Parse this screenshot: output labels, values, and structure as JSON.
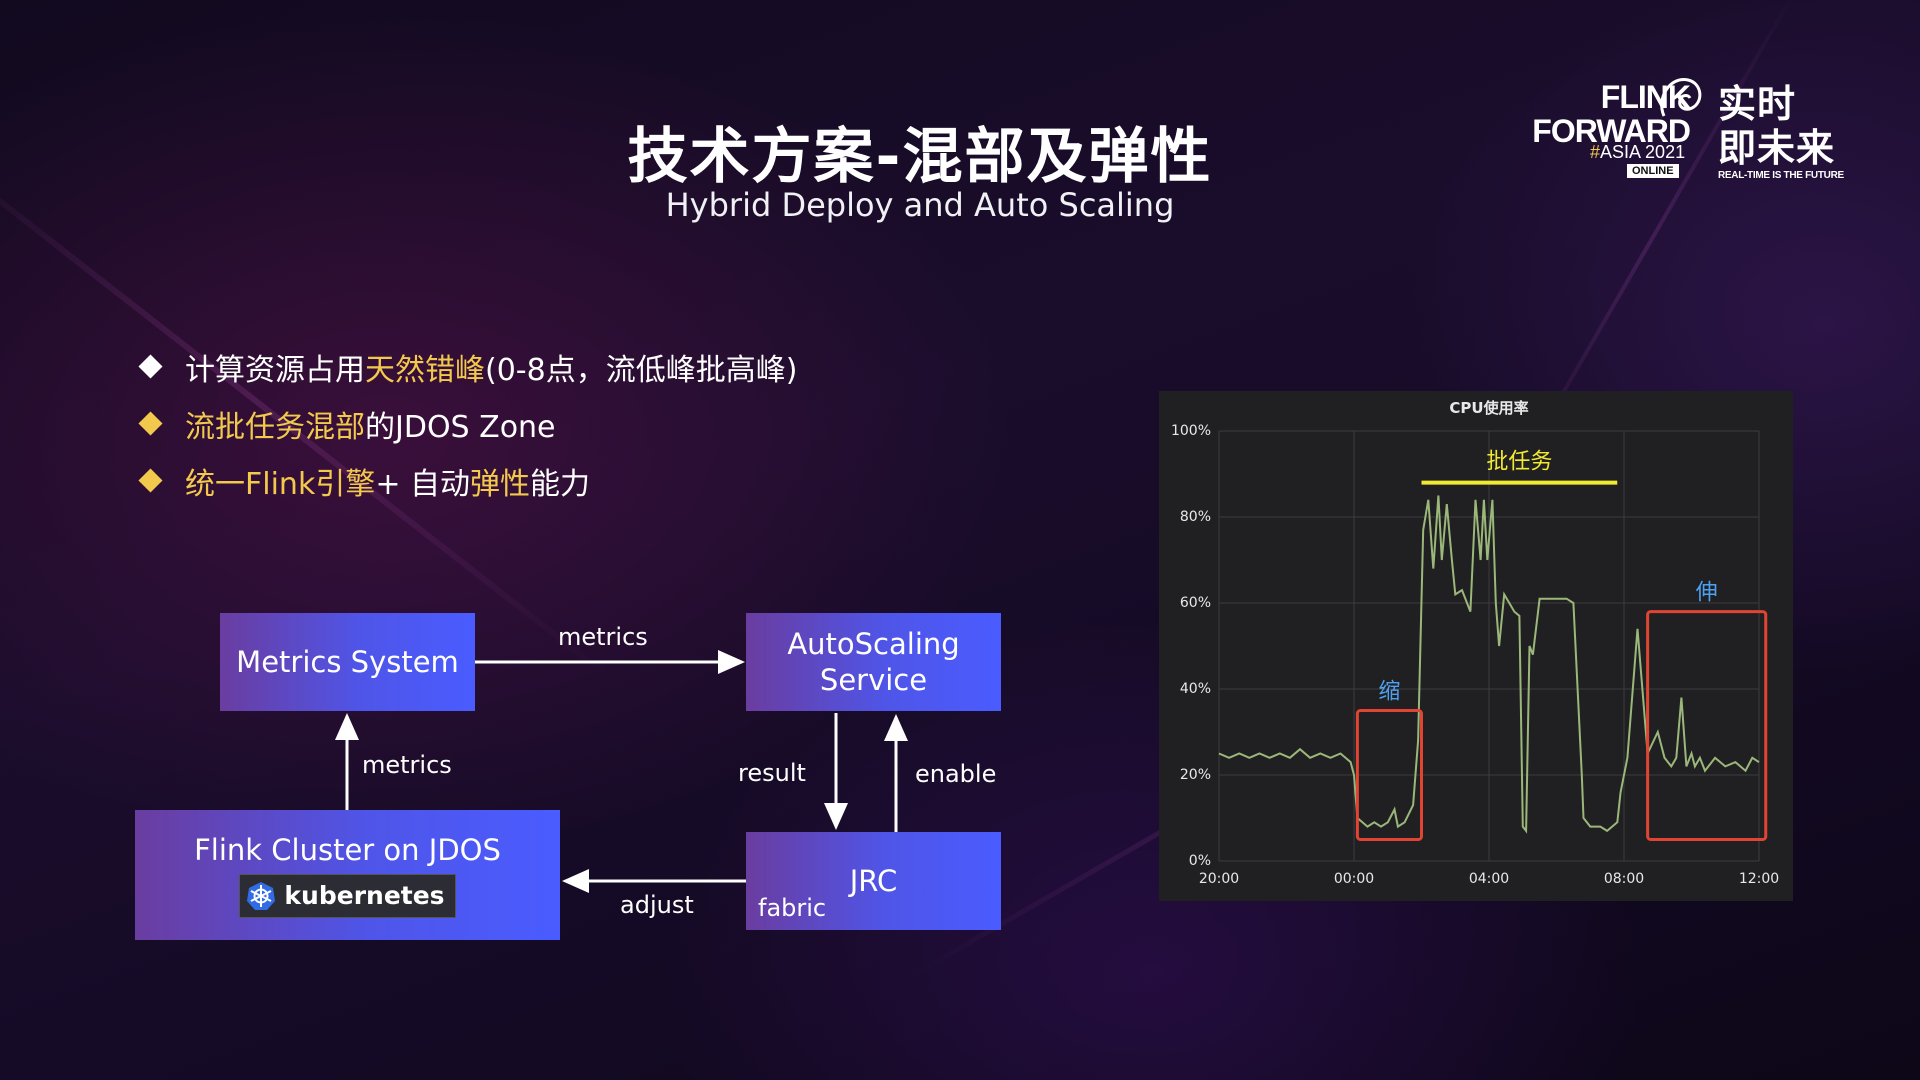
{
  "title": {
    "zh": "技术方案-混部及弹性",
    "en": "Hybrid Deploy and Auto Scaling"
  },
  "logo": {
    "line1": "FLINK",
    "line2": "FORWARD",
    "hash": "#",
    "asia": "ASIA 2021",
    "online": "ONLINE",
    "zh_line1": "实时",
    "zh_line2": "即未来",
    "tagline": "REAL-TIME IS THE FUTURE"
  },
  "bullets": [
    {
      "parts": [
        "计算资源占用",
        "天然错峰",
        "(0-8点，流低峰批高峰)"
      ]
    },
    {
      "parts": [
        "流批任务混部",
        "的JDOS Zone"
      ]
    },
    {
      "parts": [
        "统一Flink",
        "引擎",
        " + 自动",
        "弹性",
        "能力"
      ]
    }
  ],
  "diagram": {
    "metrics_system": "Metrics System",
    "autoscaling_l1": "AutoScaling",
    "autoscaling_l2": "Service",
    "flink_cluster": "Flink Cluster on JDOS",
    "kubernetes": "kubernetes",
    "jrc": "JRC",
    "fabric": "fabric",
    "edge_metrics_top": "metrics",
    "edge_metrics_left": "metrics",
    "edge_result": "result",
    "edge_enable": "enable",
    "edge_adjust": "adjust"
  },
  "colors": {
    "highlight": "#f2c94c",
    "box_blue": "#4a5cff",
    "box_purple": "#6a3da0",
    "chart_line": "#9bb77a",
    "marker_red": "#e04433",
    "batch_yellow": "#f2e933",
    "annot_blue": "#4ea0f0"
  },
  "chart_data": {
    "type": "line",
    "title": "CPU使用率",
    "x_ticks": [
      "20:00",
      "00:00",
      "04:00",
      "08:00",
      "12:00"
    ],
    "y_ticks": [
      "0%",
      "20%",
      "40%",
      "60%",
      "80%",
      "100%"
    ],
    "ylim": [
      0,
      100
    ],
    "x_range_hours": [
      0,
      16
    ],
    "grid": true,
    "series": [
      {
        "x": [
          0,
          0.3,
          0.6,
          0.9,
          1.2,
          1.5,
          1.8,
          2.1,
          2.4,
          2.7,
          3.0,
          3.3,
          3.6,
          3.9,
          4.0,
          4.1,
          4.25,
          4.4,
          4.6,
          4.8,
          5.0,
          5.2,
          5.3,
          5.5,
          5.75,
          5.9,
          6.05,
          6.2,
          6.35,
          6.5,
          6.6,
          6.75,
          6.9,
          7.0,
          7.2,
          7.45,
          7.6,
          7.75,
          7.85,
          7.95,
          8.1,
          8.2,
          8.3,
          8.45,
          8.6,
          8.75,
          8.9,
          9.0,
          9.1,
          9.2,
          9.3,
          9.5,
          9.8,
          10.1,
          10.3,
          10.5,
          10.75,
          10.8,
          11.0,
          11.3,
          11.5,
          11.8,
          11.9,
          12.1,
          12.4,
          12.7,
          13.0,
          13.2,
          13.4,
          13.55,
          13.7,
          13.85,
          14.0,
          14.1,
          14.25,
          14.4,
          14.7,
          15.0,
          15.3,
          15.6,
          15.8,
          16.0
        ],
        "values": [
          25,
          24,
          25,
          24,
          25,
          24,
          25,
          24,
          26,
          24,
          25,
          24,
          25,
          23,
          20,
          10,
          9,
          8,
          9,
          8,
          9,
          12,
          8,
          9,
          13,
          28,
          77,
          84,
          68,
          85,
          70,
          83,
          70,
          62,
          63,
          58,
          84,
          70,
          84,
          70,
          84,
          60,
          50,
          62,
          60,
          58,
          57,
          8,
          7,
          50,
          48,
          61,
          61,
          61,
          61,
          60,
          20,
          10,
          8,
          8,
          7,
          9,
          16,
          24,
          54,
          25,
          30,
          24,
          22,
          24,
          38,
          22,
          25,
          22,
          24,
          21,
          24,
          22,
          23,
          21,
          24,
          23
        ]
      }
    ],
    "annotations": [
      {
        "text": "批任务",
        "x_start": 6.0,
        "x_end": 11.8,
        "y": 88,
        "color": "#f2e933"
      },
      {
        "text": "缩",
        "x_start": 4.1,
        "x_end": 6.0,
        "y_low": 5,
        "y_high": 35,
        "color": "#e04433"
      },
      {
        "text": "伸",
        "x_start": 12.7,
        "x_end": 16.2,
        "y_low": 5,
        "y_high": 58,
        "color": "#e04433"
      }
    ]
  }
}
